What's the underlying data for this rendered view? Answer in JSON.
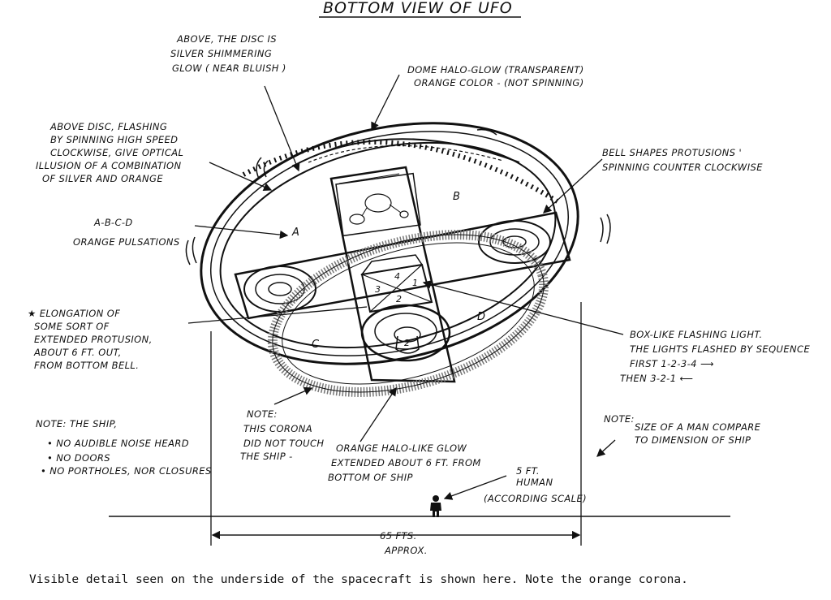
{
  "title": "BOTTOM VIEW OF UFO",
  "notes": {
    "disc_above": [
      "ABOVE, THE DISC IS",
      "SILVER SHIMMERING",
      "GLOW ( NEAR BLUISH )"
    ],
    "dome": [
      "DOME HALO-GLOW (TRANSPARENT)",
      "ORANGE COLOR - (NOT SPINNING)"
    ],
    "flashing": [
      "ABOVE DISC, FLASHING",
      "BY SPINNING HIGH SPEED",
      "CLOCKWISE, GIVE OPTICAL",
      "ILLUSION OF A COMBINATION",
      "OF SILVER AND ORANGE"
    ],
    "bell": [
      "BELL SHAPES PROTUSIONS '",
      "SPINNING COUNTER CLOCKWISE"
    ],
    "abcd": [
      "A-B-C-D",
      "ORANGE PULSATIONS"
    ],
    "elongation": [
      "★ ELONGATION OF",
      "SOME SORT OF",
      "EXTENDED PROTUSION,",
      "ABOUT 6 FT. OUT,",
      "FROM BOTTOM BELL."
    ],
    "box": [
      "BOX-LIKE FLASHING LIGHT.",
      "THE LIGHTS FLASHED BY SEQUENCE",
      "FIRST 1-2-3-4 ⟶",
      "THEN 3-2-1 ⟵"
    ],
    "ship_note_title": "NOTE: THE SHIP,",
    "ship_notes": [
      "• NO AUDIBLE NOISE HEARD",
      "• NO DOORS",
      "• NO PORTHOLES, NOR CLOSURES"
    ],
    "corona_note": [
      "NOTE:",
      "THIS CORONA",
      "DID NOT TOUCH",
      "THE SHIP -"
    ],
    "halo": [
      "ORANGE HALO-LIKE GLOW",
      "EXTENDED ABOUT 6 FT. FROM",
      "BOTTOM OF SHIP"
    ],
    "human": [
      "5 FT.",
      "HUMAN",
      "(ACCORDING SCALE)"
    ],
    "size_note_title": "NOTE:",
    "size_note": [
      "SIZE OF A MAN COMPARE",
      "TO DIMENSION OF SHIP"
    ],
    "dimension": [
      "65 FTS.",
      "APPROX."
    ]
  },
  "quadrants": [
    "A",
    "B",
    "C",
    "D"
  ],
  "light_numbers": [
    "1",
    "2",
    "3",
    "4"
  ],
  "bell_number": "2",
  "caption": "Visible detail seen on the underside of the spacecraft is shown here. Note the orange corona."
}
